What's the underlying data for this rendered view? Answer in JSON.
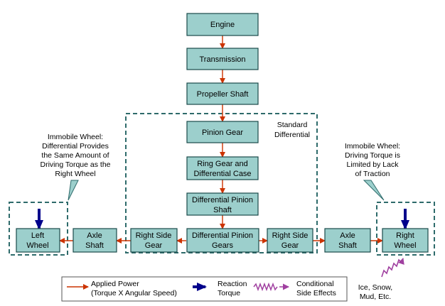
{
  "nodes": {
    "engine": "Engine",
    "transmission": "Transmission",
    "propeller_shaft": "Propeller Shaft",
    "pinion_gear": "Pinion Gear",
    "ring_gear": [
      "Ring Gear and",
      "Differential Case"
    ],
    "diff_pinion_shaft": [
      "Differential Pinion",
      "Shaft"
    ],
    "diff_pinion_gears": [
      "Differential Pinion",
      "Gears"
    ],
    "left_side_gear": [
      "Right Side",
      "Gear"
    ],
    "right_side_gear": [
      "Right Side",
      "Gear"
    ],
    "left_axle": [
      "Axle",
      "Shaft"
    ],
    "right_axle": [
      "Axle",
      "Shaft"
    ],
    "left_wheel": [
      "Left",
      "Wheel"
    ],
    "right_wheel": [
      "Right",
      "Wheel"
    ]
  },
  "labels": {
    "standard_differential": [
      "Standard",
      "Differential"
    ],
    "left_note": [
      "Immobile Wheel:",
      "Differential Provides",
      "the Same Amount of",
      "Driving Torque as the",
      "Right Wheel"
    ],
    "right_note": [
      "Immobile Wheel:",
      "Driving Torque is",
      "Limited by Lack",
      "of Traction"
    ],
    "conditions": [
      "Ice, Snow,",
      "Mud, Etc."
    ]
  },
  "legend": {
    "applied_power": [
      "Applied Power",
      "(Torque X Angular Speed)"
    ],
    "reaction_torque": [
      "Reaction",
      "Torque"
    ],
    "side_effects": [
      "Conditional",
      "Side Effects"
    ]
  },
  "colors": {
    "box_fill": "#9ccfcc",
    "power_arrow": "#cc3300",
    "reaction_arrow": "#00008b",
    "side_effect": "#a040a0",
    "dashed_border": "#2e6b6b"
  }
}
